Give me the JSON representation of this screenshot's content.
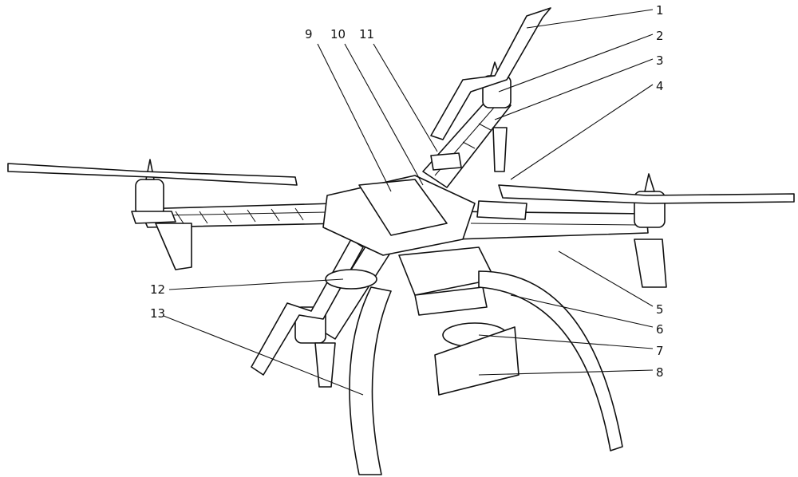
{
  "figure": {
    "labels": [
      "1",
      "2",
      "3",
      "4",
      "5",
      "6",
      "7",
      "8",
      "9",
      "10",
      "11",
      "12",
      "13"
    ],
    "line_color": "#111111",
    "background": "#ffffff"
  }
}
